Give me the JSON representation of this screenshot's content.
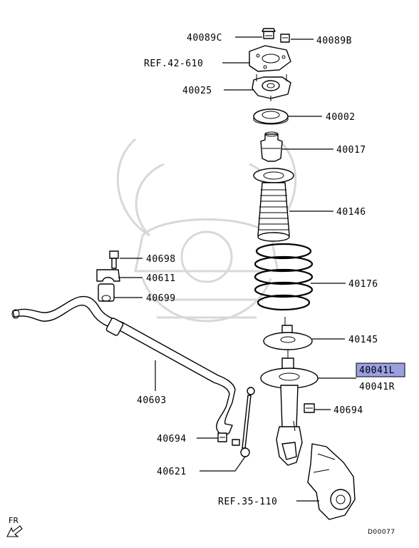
{
  "parts": [
    {
      "id": "40089C",
      "label": "40089C"
    },
    {
      "id": "40089B",
      "label": "40089B"
    },
    {
      "id": "ref42610",
      "label": "REF.42-610"
    },
    {
      "id": "40025",
      "label": "40025"
    },
    {
      "id": "40002",
      "label": "40002"
    },
    {
      "id": "40017",
      "label": "40017"
    },
    {
      "id": "40146",
      "label": "40146"
    },
    {
      "id": "40698",
      "label": "40698"
    },
    {
      "id": "40611",
      "label": "40611"
    },
    {
      "id": "40699",
      "label": "40699"
    },
    {
      "id": "40176",
      "label": "40176"
    },
    {
      "id": "40145",
      "label": "40145"
    },
    {
      "id": "40041L",
      "label": "40041L"
    },
    {
      "id": "40041R",
      "label": "40041R"
    },
    {
      "id": "40603",
      "label": "40603"
    },
    {
      "id": "40694a",
      "label": "40694"
    },
    {
      "id": "40694b",
      "label": "40694"
    },
    {
      "id": "40621",
      "label": "40621"
    },
    {
      "id": "ref35110",
      "label": "REF.35-110"
    }
  ],
  "highlight": {
    "part": "40041L",
    "color": "#9aa0e0"
  },
  "fr_label": "FR",
  "drawing_number": "D00077"
}
